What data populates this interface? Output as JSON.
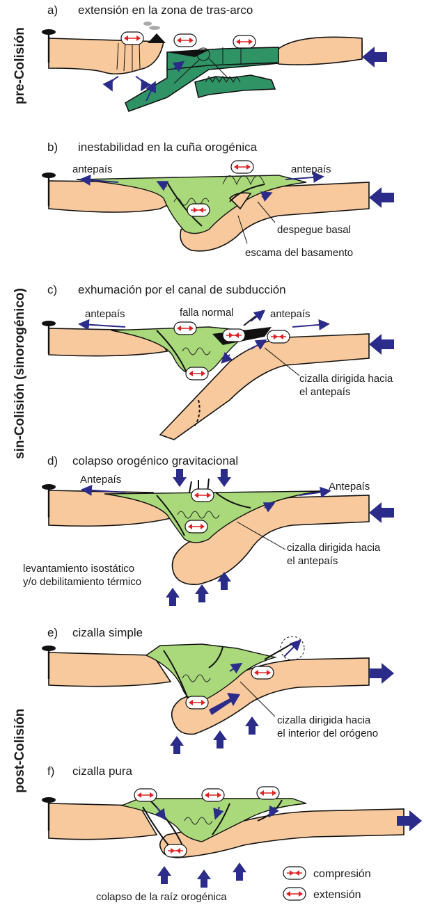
{
  "side_labels": {
    "pre": "pre-Colisión",
    "sin": "sin-Colisión (sinorogénico)",
    "post": "post-Colisión"
  },
  "panels": [
    {
      "letter": "a)",
      "title": "extensión en la zona de tras-arco",
      "labels": []
    },
    {
      "letter": "b)",
      "title": "inestabilidad en la cuña orogénica",
      "labels": [
        "antepaís",
        "antepaís",
        "despegue basal",
        "escama del basamento"
      ]
    },
    {
      "letter": "c)",
      "title": "exhumación por el canal de subducción",
      "labels": [
        "antepaís",
        "falla normal",
        "antepaís",
        "cizalla dirigida hacia",
        "el antepaís"
      ]
    },
    {
      "letter": "d)",
      "title": "colapso orogénico gravitacional",
      "labels": [
        "Antepaís",
        "Antepaís",
        "cizalla dirigida hacia",
        "el antepaís",
        "levantamiento isostático",
        "y/o debilitamiento térmico"
      ]
    },
    {
      "letter": "e)",
      "title": "cizalla simple",
      "labels": [
        "cizalla dirigida hacia",
        "el interior del orógeno"
      ]
    },
    {
      "letter": "f)",
      "title": "cizalla pura",
      "labels": [
        "colapso de la raíz orogénica"
      ]
    }
  ],
  "legend": {
    "compression": "compresión",
    "extension": "extensión"
  },
  "colors": {
    "crust": "#f7c99d",
    "wedge": "#a9d97a",
    "slab": "#2f9366",
    "arrows": "#2b2b8a",
    "stress": "#e02020"
  }
}
